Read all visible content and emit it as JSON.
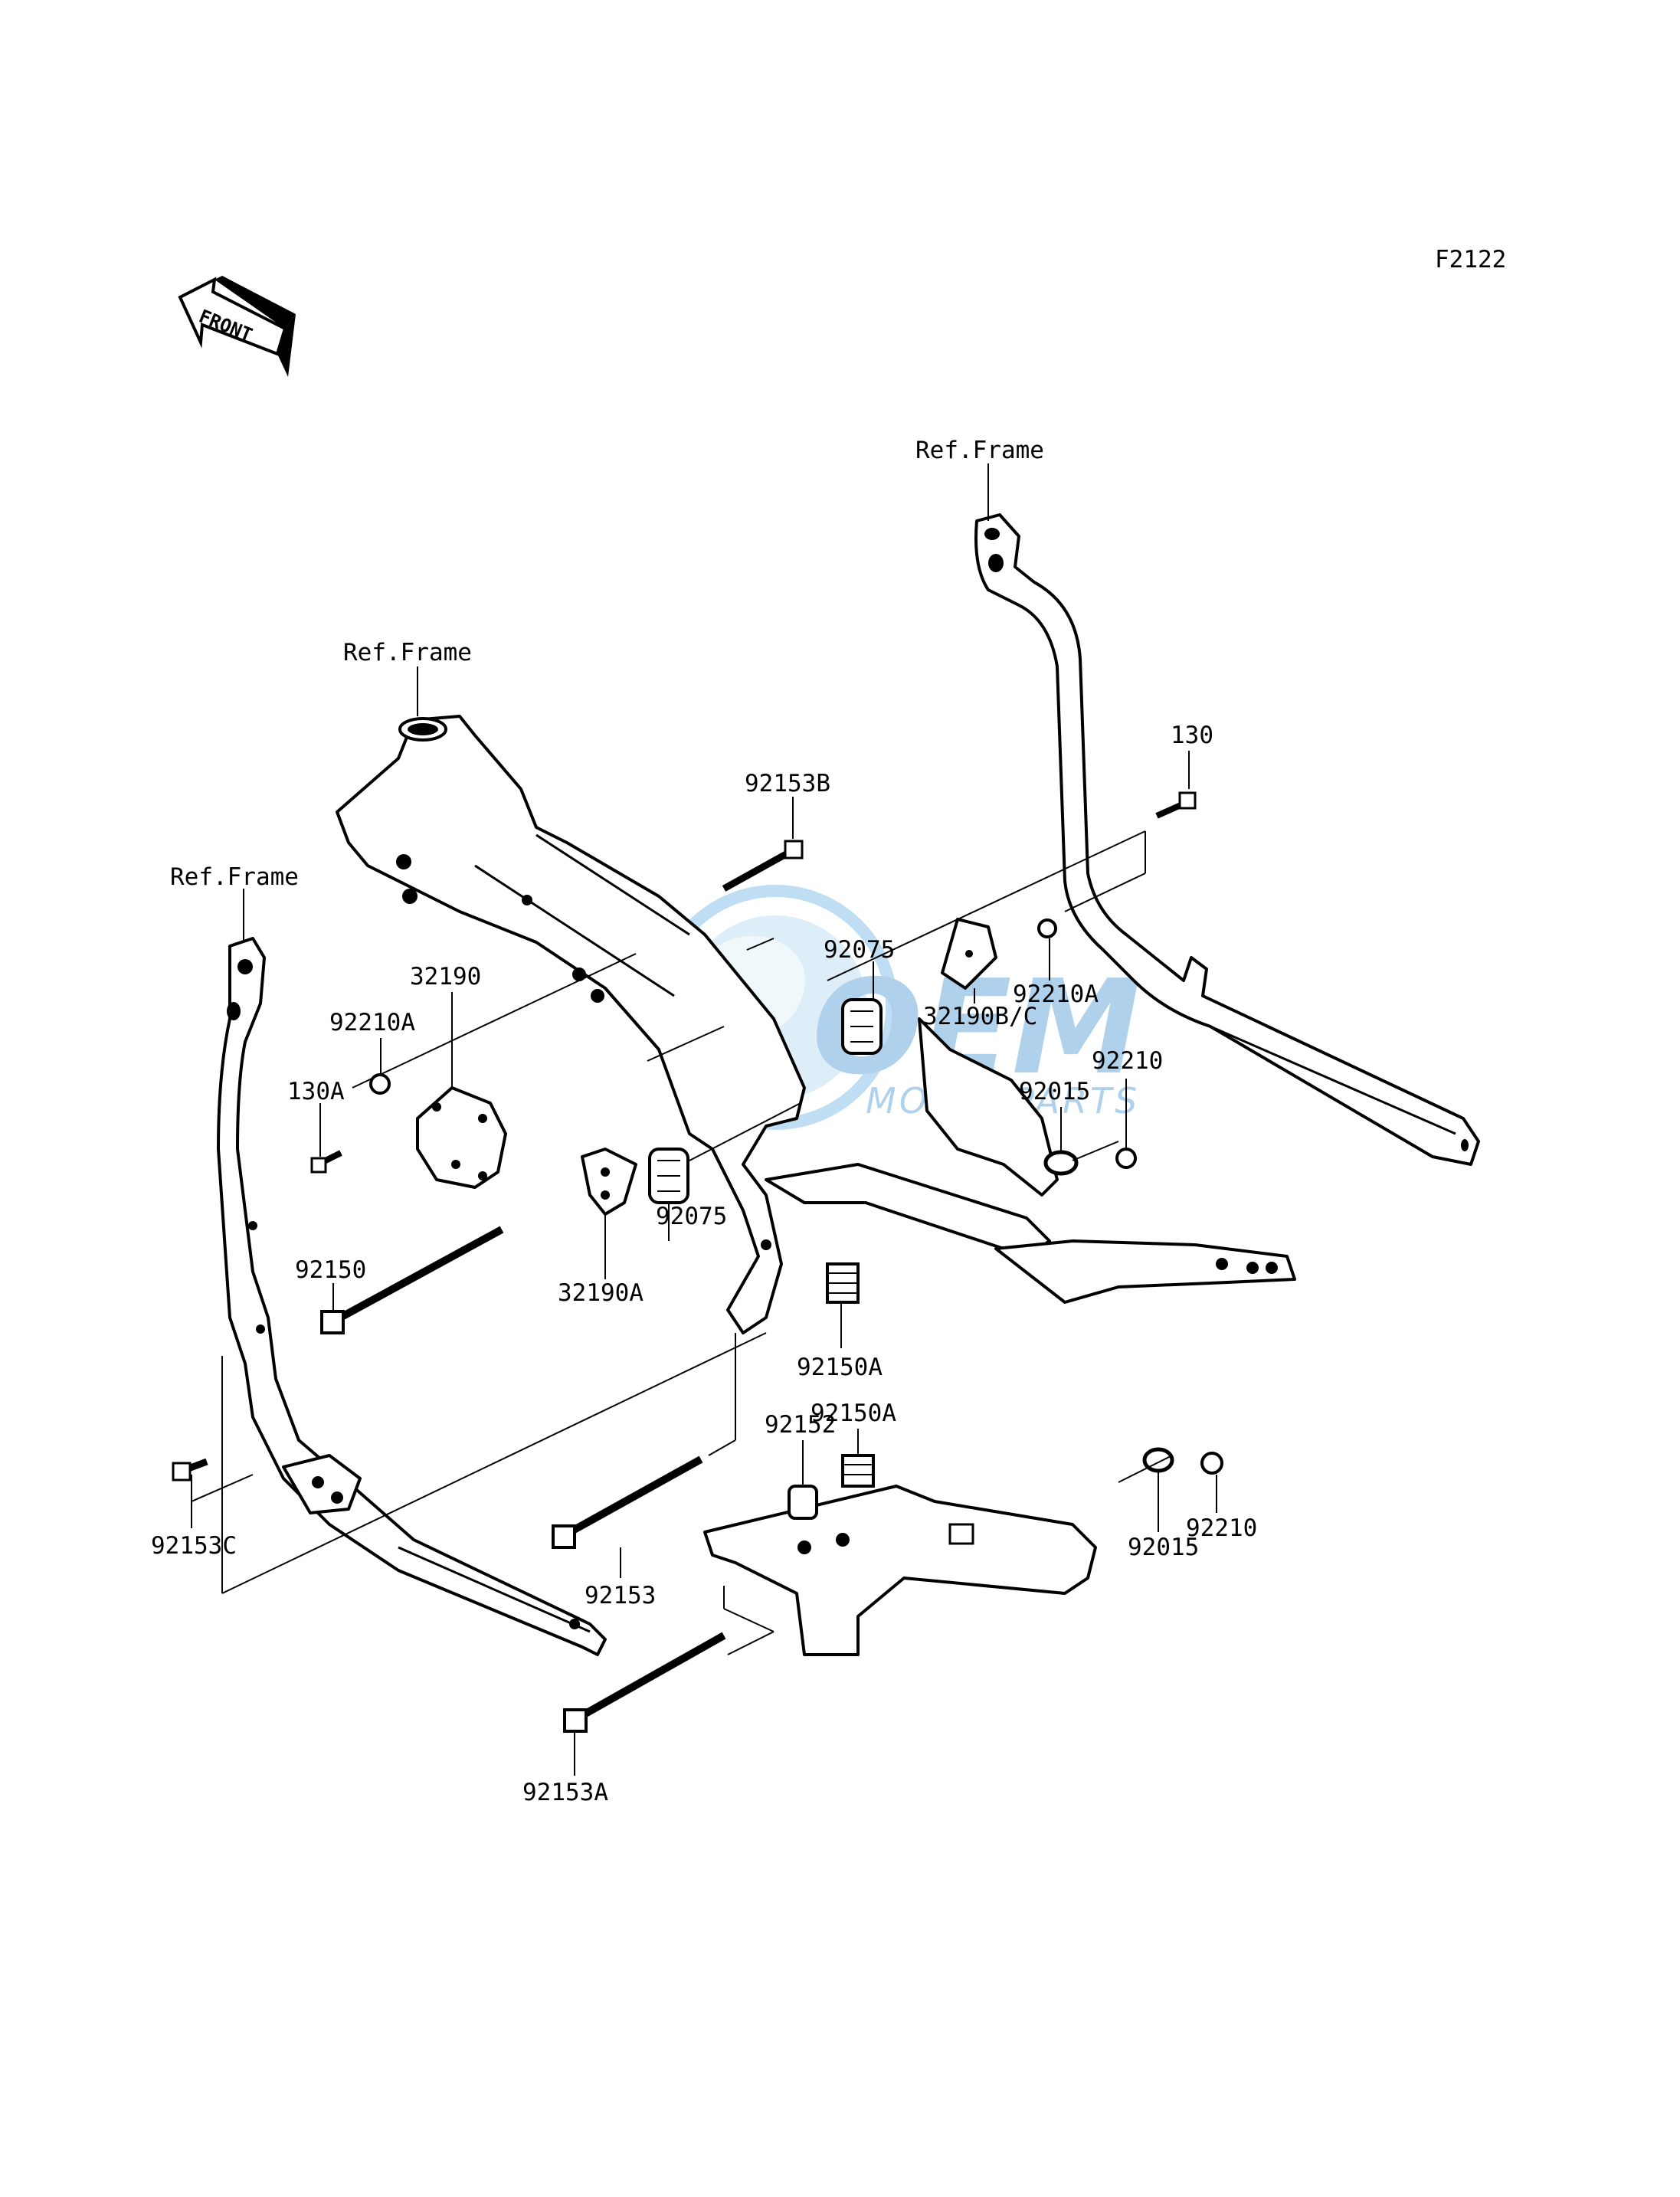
{
  "figure_code": "F2122",
  "front_arrow_label": "FRONT",
  "watermark": {
    "brand": "OEM",
    "sub": "MOTORPARTS"
  },
  "labels": {
    "ref_frame_rear": "Ref.Frame",
    "ref_frame_main": "Ref.Frame",
    "ref_frame_left": "Ref.Frame",
    "p130": "130",
    "p92153B": "92153B",
    "p92075_upper": "92075",
    "p92210A_right": "92210A",
    "p32190BC": "32190B/C",
    "p92210_right": "92210",
    "p92015_upper": "92015",
    "p32190": "32190",
    "p92210A_left": "92210A",
    "p130A": "130A",
    "p92075_lower": "92075",
    "p32190A": "32190A",
    "p92150": "92150",
    "p92150A_upper": "92150A",
    "p92150A_lower": "92150A",
    "p92152": "92152",
    "p92153C": "92153C",
    "p92153": "92153",
    "p92210_lower": "92210",
    "p92015_lower": "92015",
    "p92153A": "92153A"
  }
}
